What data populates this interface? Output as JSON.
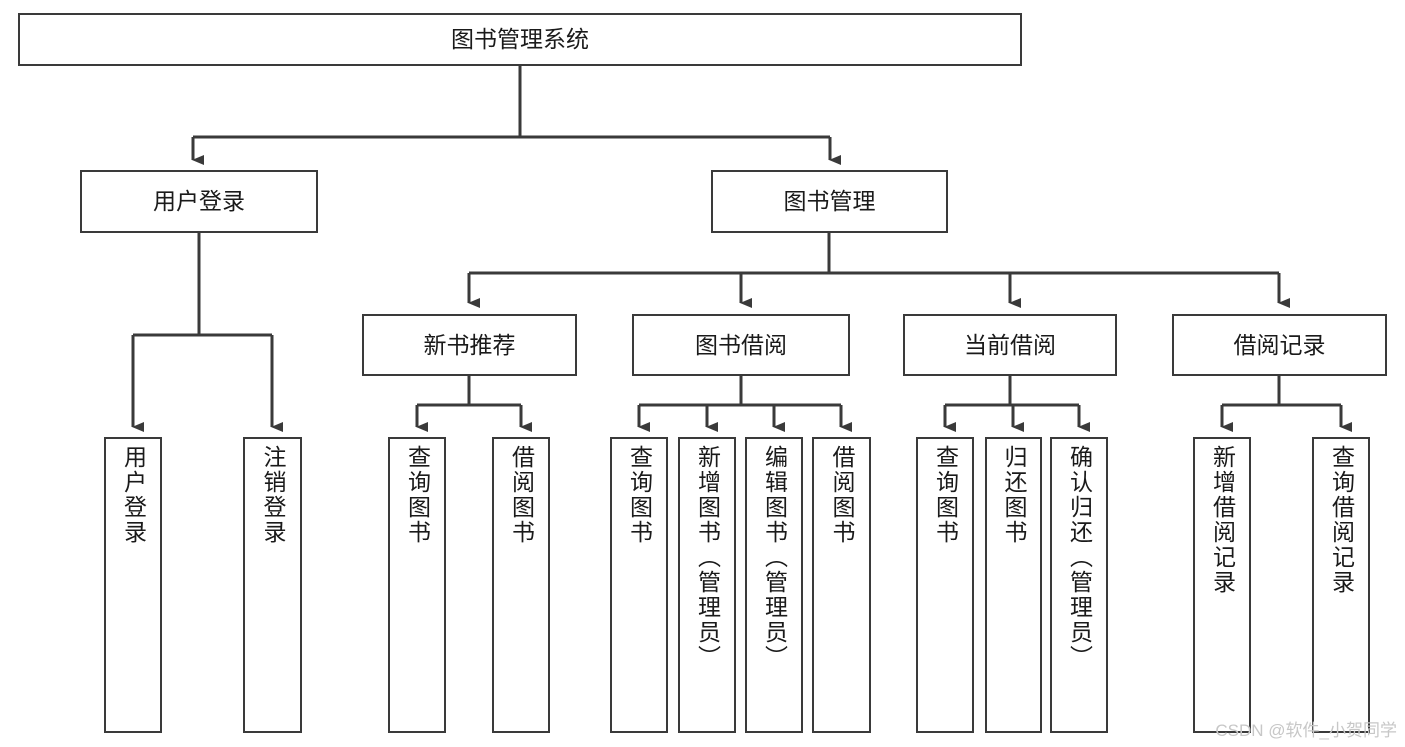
{
  "diagram": {
    "title": "图书管理系统",
    "type": "tree",
    "levels": 4,
    "colors": {
      "box_border": "#3a3a3a",
      "box_fill": "#ffffff",
      "connector": "#3a3a3a",
      "text": "#1a1a1a",
      "watermark": "#c7c7c7",
      "background": "#ffffff"
    },
    "nodes": {
      "root": {
        "label": "图书管理系统",
        "orientation": "horizontal"
      },
      "level2": [
        {
          "id": "user-login",
          "label": "用户登录",
          "orientation": "horizontal"
        },
        {
          "id": "book-manage",
          "label": "图书管理",
          "orientation": "horizontal"
        }
      ],
      "level3": [
        {
          "id": "new-book-recommend",
          "label": "新书推荐",
          "orientation": "horizontal"
        },
        {
          "id": "book-borrow",
          "label": "图书借阅",
          "orientation": "horizontal"
        },
        {
          "id": "current-borrow",
          "label": "当前借阅",
          "orientation": "horizontal"
        },
        {
          "id": "borrow-record",
          "label": "借阅记录",
          "orientation": "horizontal"
        }
      ],
      "leaves": {
        "user-login": [
          {
            "id": "leaf-user-login",
            "label": "用户登录",
            "orientation": "vertical"
          },
          {
            "id": "leaf-user-logout",
            "label": "注销登录",
            "orientation": "vertical"
          }
        ],
        "new-book-recommend": [
          {
            "id": "leaf-query-book-1",
            "label": "查询图书",
            "orientation": "vertical"
          },
          {
            "id": "leaf-borrow-book-1",
            "label": "借阅图书",
            "orientation": "vertical"
          }
        ],
        "book-borrow": [
          {
            "id": "leaf-query-book-2",
            "label": "查询图书",
            "orientation": "vertical"
          },
          {
            "id": "leaf-add-book",
            "label": "新增图书（管理员）",
            "orientation": "vertical"
          },
          {
            "id": "leaf-edit-book",
            "label": "编辑图书（管理员）",
            "orientation": "vertical"
          },
          {
            "id": "leaf-borrow-book-2",
            "label": "借阅图书",
            "orientation": "vertical"
          }
        ],
        "current-borrow": [
          {
            "id": "leaf-query-book-3",
            "label": "查询图书",
            "orientation": "vertical"
          },
          {
            "id": "leaf-return-book",
            "label": "归还图书",
            "orientation": "vertical"
          },
          {
            "id": "leaf-confirm-return",
            "label": "确认归还（管理员）",
            "orientation": "vertical"
          }
        ],
        "borrow-record": [
          {
            "id": "leaf-add-record",
            "label": "新增借阅记录",
            "orientation": "vertical"
          },
          {
            "id": "leaf-query-record",
            "label": "查询借阅记录",
            "orientation": "vertical"
          }
        ]
      }
    }
  },
  "watermark": {
    "text": "CSDN @软件_小贺同学"
  }
}
